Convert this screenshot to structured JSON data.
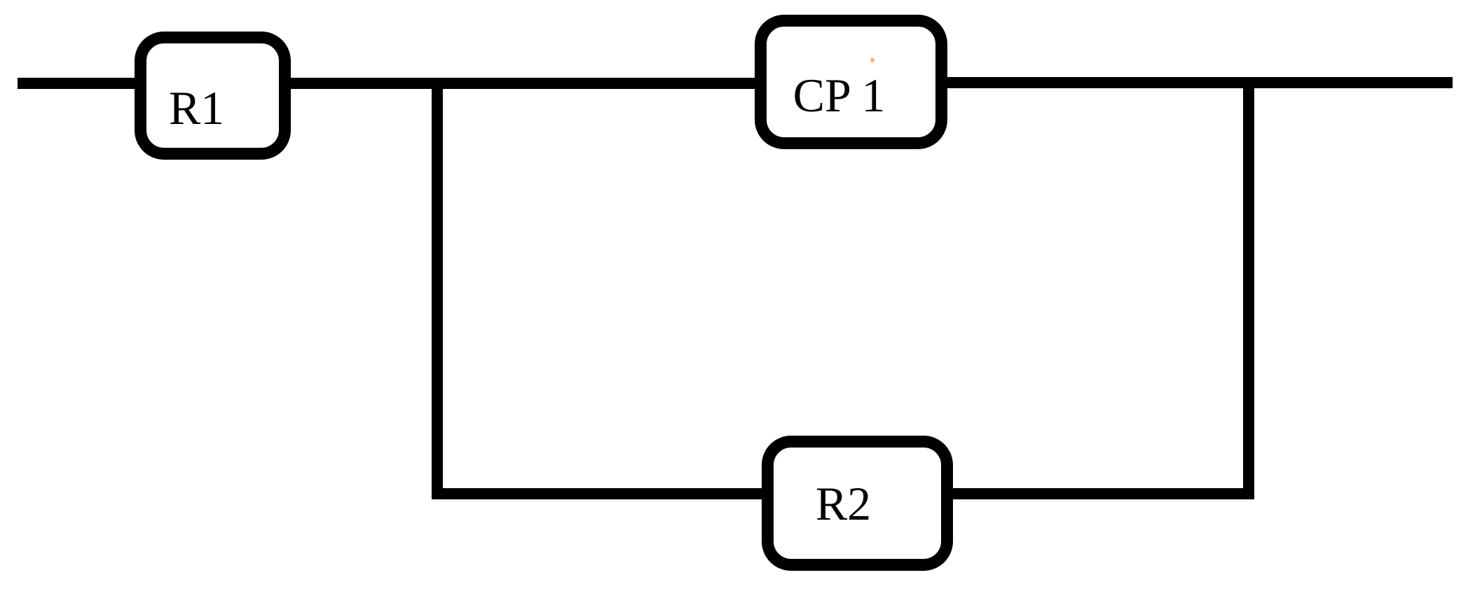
{
  "diagram": {
    "kind": "equivalent-circuit-diagram",
    "topology": "R1 in series with parallel branch of CP 1 (top) and R2 (bottom)",
    "components": [
      {
        "id": "r1",
        "label": "R1"
      },
      {
        "id": "cp1",
        "label": "CP 1"
      },
      {
        "id": "r2",
        "label": "R2"
      }
    ],
    "colors": {
      "line": "#000000",
      "background": "#ffffff",
      "label": "#000000",
      "artifact_dot": "#fbb169"
    }
  }
}
